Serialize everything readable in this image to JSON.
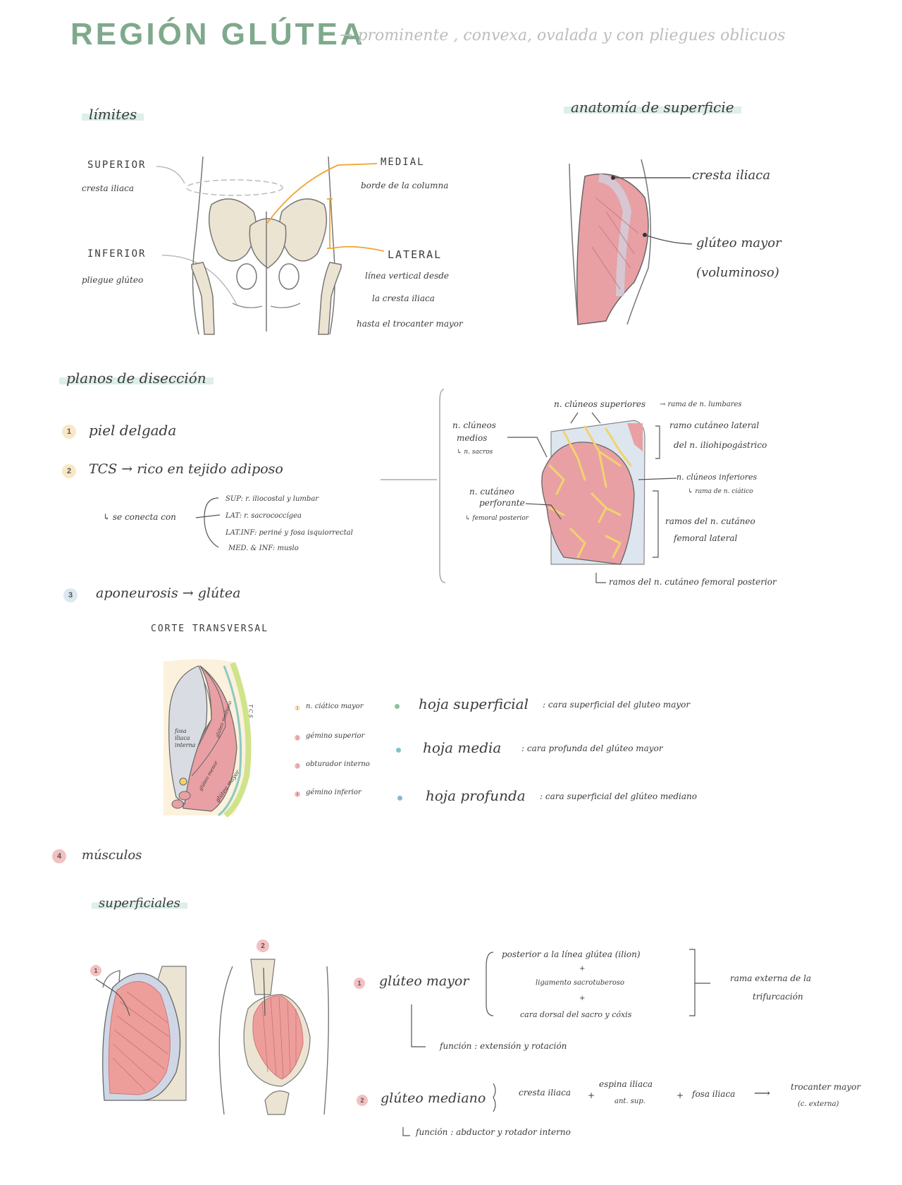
{
  "header": {
    "title": "REGIÓN GLÚTEA",
    "subtitle": "→ prominente , convexa, ovalada y con pliegues oblicuos"
  },
  "limites": {
    "heading": "límites",
    "superior_label": "SUPERIOR",
    "superior_desc": "cresta iliaca",
    "inferior_label": "INFERIOR",
    "inferior_desc": "pliegue glúteo",
    "medial_label": "MEDIAL",
    "medial_desc": "borde de la columna",
    "lateral_label": "LATERAL",
    "lateral_desc_1": "línea vertical desde",
    "lateral_desc_2": "la cresta iliaca",
    "lateral_desc_3": "hasta el trocanter mayor"
  },
  "anatomia": {
    "heading": "anatomía de superficie",
    "cresta": "cresta iliaca",
    "gluteo": "glúteo mayor",
    "voluminoso": "(voluminoso)"
  },
  "planos": {
    "heading": "planos de disección",
    "item1": {
      "num": "1",
      "text": "piel delgada"
    },
    "item2": {
      "num": "2",
      "text": "TCS → rico en tejido adiposo"
    },
    "conecta": "↳ se conecta con",
    "conexiones": [
      "SUP: r. iliocostal y lumbar",
      "LAT: r. sacrococcígea",
      "LAT.INF: periné y fosa isquiorrectal",
      "MED. & INF: muslo"
    ],
    "item3": {
      "num": "3",
      "text": "aponeurosis → glútea"
    }
  },
  "nervios": {
    "clunios_sup": "n. clúneos superiores",
    "clunios_sup_rama": "→ rama de n. lumbares",
    "clunios_medios_1": "n. clúneos",
    "clunios_medios_2": "medios",
    "clunios_medios_rama": "↳ n. sacros",
    "cutaneo_perf_1": "n. cutáneo",
    "cutaneo_perf_2": "perforante",
    "cutaneo_perf_rama": "↳ femoral posterior",
    "ramo_lat_1": "ramo cutáneo lateral",
    "ramo_lat_2": "del n. iliohipogástrico",
    "clunios_inf": "n. clúneos inferiores",
    "clunios_inf_rama": "↳ rama de n. ciático",
    "ramos_fem_lat_1": "ramos del n. cutáneo",
    "ramos_fem_lat_2": "femoral lateral",
    "ramos_fem_post": "ramos del n. cutáneo femoral posterior"
  },
  "corte": {
    "heading": "CORTE TRANSVERSAL",
    "fosa": [
      "fosa",
      "iliaca",
      "interna"
    ],
    "labels_fig": [
      "glúteo menor",
      "glúteo mediano",
      "glúteo mayor",
      "T C S"
    ],
    "leyenda": [
      {
        "num": "1",
        "text": "n. ciático mayor"
      },
      {
        "num": "2",
        "text": "gémino superior"
      },
      {
        "num": "3",
        "text": "obturador interno"
      },
      {
        "num": "4",
        "text": "gémino inferior"
      }
    ],
    "hojas": [
      {
        "name": "hoja superficial",
        "desc": ": cara superficial del gluteo mayor",
        "color": "#8fbf9e"
      },
      {
        "name": "hoja media",
        "desc": ": cara profunda del glúteo mayor",
        "color": "#7ec4c9"
      },
      {
        "name": "hoja profunda",
        "desc": ": cara superficial del glúteo mediano",
        "color": "#8ab7c9"
      }
    ]
  },
  "musculos": {
    "num": "4",
    "heading": "músculos",
    "sub_heading": "superficiales",
    "fig1_num": "1",
    "fig2_num": "2",
    "gluteo_mayor": {
      "num": "1",
      "name": "glúteo mayor",
      "origen_1": "posterior a la línea glútea (ilion)",
      "plus_1": "+",
      "origen_2": "ligamento sacrotuberoso",
      "plus_2": "+",
      "origen_3": "cara dorsal del sacro y cóxis",
      "insercion_1": "rama externa de la",
      "insercion_2": "trifurcación",
      "funcion": "función : extensión y rotación"
    },
    "gluteo_mediano": {
      "num": "2",
      "name": "glúteo mediano",
      "origen_1": "cresta iliaca",
      "plus_1": "+",
      "espina_1": "espina iliaca",
      "espina_2": "ant. sup.",
      "plus_2": "+",
      "origen_3": "fosa iliaca",
      "arrow": "⟶",
      "insercion_1": "trocanter mayor",
      "insercion_2": "(c. externa)",
      "funcion": "función : abductor y rotador interno"
    }
  },
  "colors": {
    "accent_green": "#7fa98c",
    "muscle_pink": "#e8a0a5",
    "bone": "#ece4d2",
    "nerve_yellow": "#f2d36b",
    "orange_line": "#f0a530"
  }
}
